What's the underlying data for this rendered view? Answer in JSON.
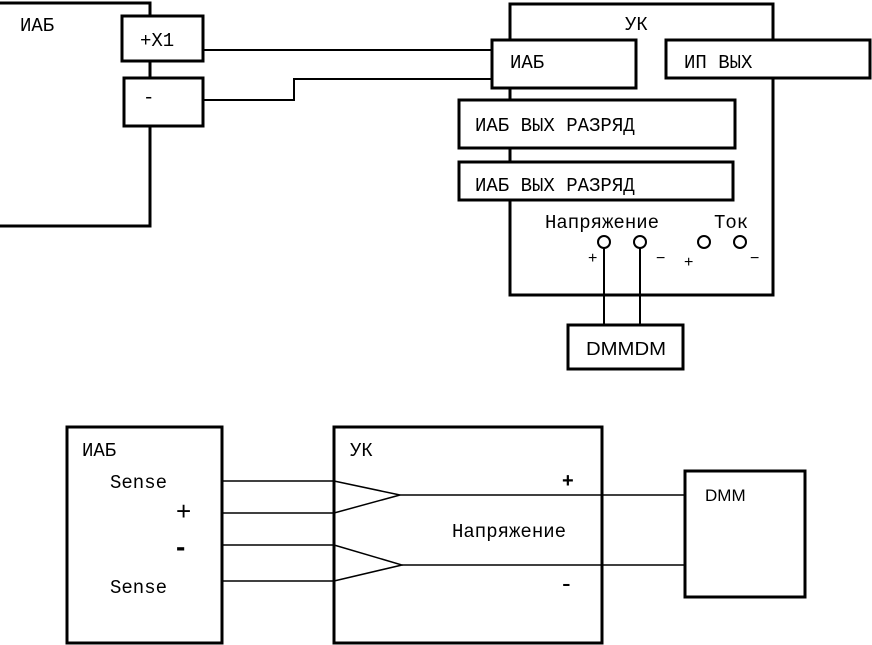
{
  "top": {
    "iab_title": "ИАБ",
    "plus_terminal": "+X1",
    "minus_terminal": "-",
    "uk_title": "УК",
    "uk_iab": "ИАБ",
    "uk_ip_out": "ИП ВЫХ",
    "uk_discharge_1": "ИАБ ВЫХ РАЗРЯД",
    "uk_discharge_2": "ИАБ ВЫХ РАЗРЯД",
    "voltage_label": "Напряжение",
    "current_label": "Ток",
    "v_plus": "+",
    "v_minus": "−",
    "i_plus": "+",
    "i_minus": "−",
    "meter_label": "DMMDM"
  },
  "bottom": {
    "iab_title": "ИАБ",
    "sense_top": "Sense",
    "plus_label": "+",
    "minus_label": "-",
    "sense_bottom": "Sense",
    "uk_title": "УК",
    "out_plus": "+",
    "voltage_label": "Напряжение",
    "out_minus": "-",
    "meter_label": "DMM"
  },
  "colors": {
    "line": "#000000",
    "background": "#ffffff"
  }
}
